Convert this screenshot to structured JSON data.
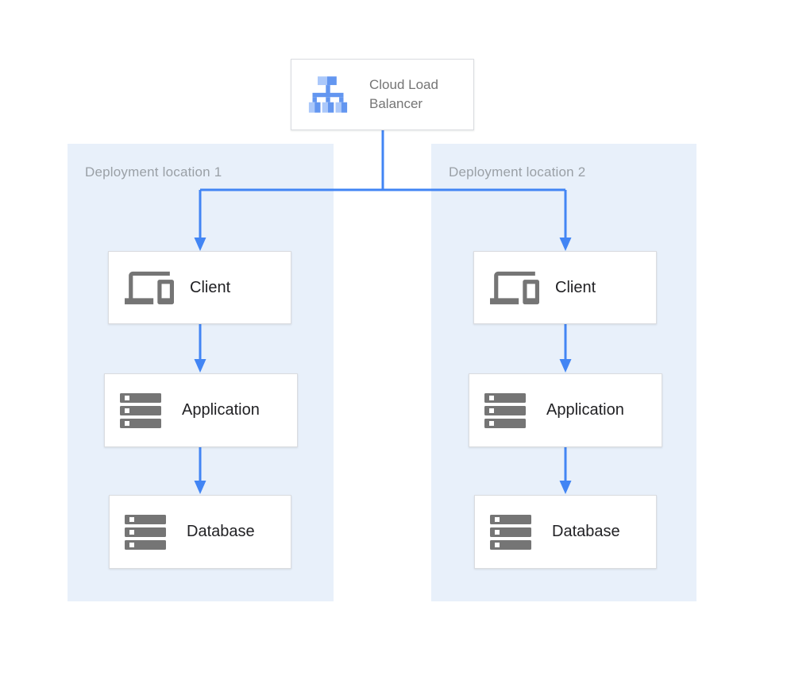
{
  "load_balancer": {
    "label": "Cloud Load Balancer",
    "icon": "load-balancer-icon"
  },
  "zones": [
    {
      "label": "Deployment location 1",
      "nodes": [
        {
          "label": "Client",
          "icon": "devices-icon"
        },
        {
          "label": "Application",
          "icon": "server-stack-icon"
        },
        {
          "label": "Database",
          "icon": "server-stack-icon"
        }
      ]
    },
    {
      "label": "Deployment location 2",
      "nodes": [
        {
          "label": "Client",
          "icon": "devices-icon"
        },
        {
          "label": "Application",
          "icon": "server-stack-icon"
        },
        {
          "label": "Database",
          "icon": "server-stack-icon"
        }
      ]
    }
  ],
  "connections": [
    {
      "from": "load-balancer",
      "to": "zone-1-client"
    },
    {
      "from": "load-balancer",
      "to": "zone-2-client"
    },
    {
      "from": "zone-1-client",
      "to": "zone-1-application"
    },
    {
      "from": "zone-1-application",
      "to": "zone-1-database"
    },
    {
      "from": "zone-2-client",
      "to": "zone-2-application"
    },
    {
      "from": "zone-2-application",
      "to": "zone-2-database"
    }
  ],
  "colors": {
    "connector_blue": "#4285f4",
    "zone_background": "#e8f0fa",
    "icon_gray": "#757575",
    "node_label_text": "#212124",
    "zone_label_text": "#9aa0a6",
    "node_border": "#dadce0",
    "lb_icon_light_blue": "#abc8fa",
    "lb_icon_medium_blue": "#6396f0"
  }
}
